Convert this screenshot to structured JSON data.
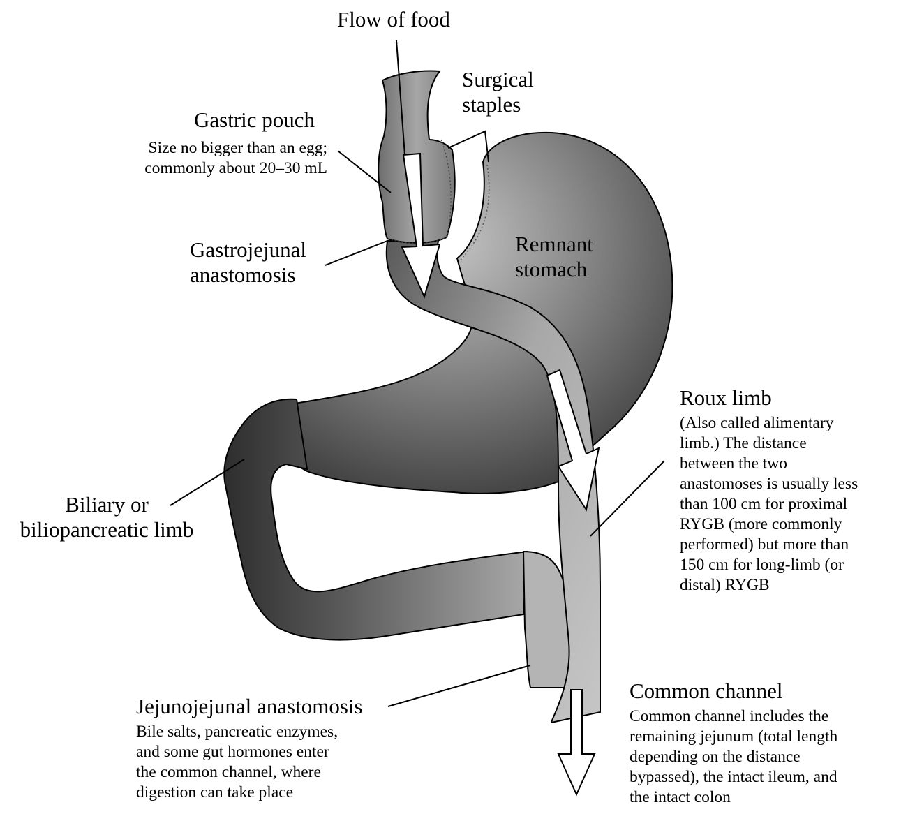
{
  "labels": {
    "flow_of_food": "Flow of food",
    "surgical_staples": [
      "Surgical",
      "staples"
    ],
    "gastric_pouch": {
      "title": "Gastric pouch",
      "desc": [
        "Size no bigger than an egg;",
        "commonly about 20–30 mL"
      ]
    },
    "gastrojejunal": [
      "Gastrojejunal",
      "anastomosis"
    ],
    "remnant_stomach": [
      "Remnant",
      "stomach"
    ],
    "biliary_limb": [
      "Biliary or",
      "biliopancreatic limb"
    ],
    "roux_limb": {
      "title": "Roux limb",
      "desc": [
        "(Also called alimentary",
        "limb.) The distance",
        "between the two",
        "anastomoses is usually less",
        "than 100 cm for proximal",
        "RYGB (more commonly",
        "performed) but more than",
        "150 cm for long-limb (or",
        "distal) RYGB"
      ]
    },
    "jejunojejunal": {
      "title": "Jejunojejunal anastomosis",
      "desc": [
        "Bile salts, pancreatic enzymes,",
        "and some gut hormones enter",
        "the common channel, where",
        "digestion can take place"
      ]
    },
    "common_channel": {
      "title": "Common channel",
      "desc": [
        "Common channel includes the",
        "remaining jejunum (total length",
        "depending on the distance",
        "bypassed), the intact ileum, and",
        "the intact colon"
      ]
    }
  },
  "colors": {
    "stomach_light": "#bcbcbc",
    "stomach_dark": "#4a4a4a",
    "roux_limb": "#c2c2c2",
    "biliary_dark": "#3a3a3a",
    "outline": "#000000",
    "arrow_fill": "#ffffff"
  }
}
